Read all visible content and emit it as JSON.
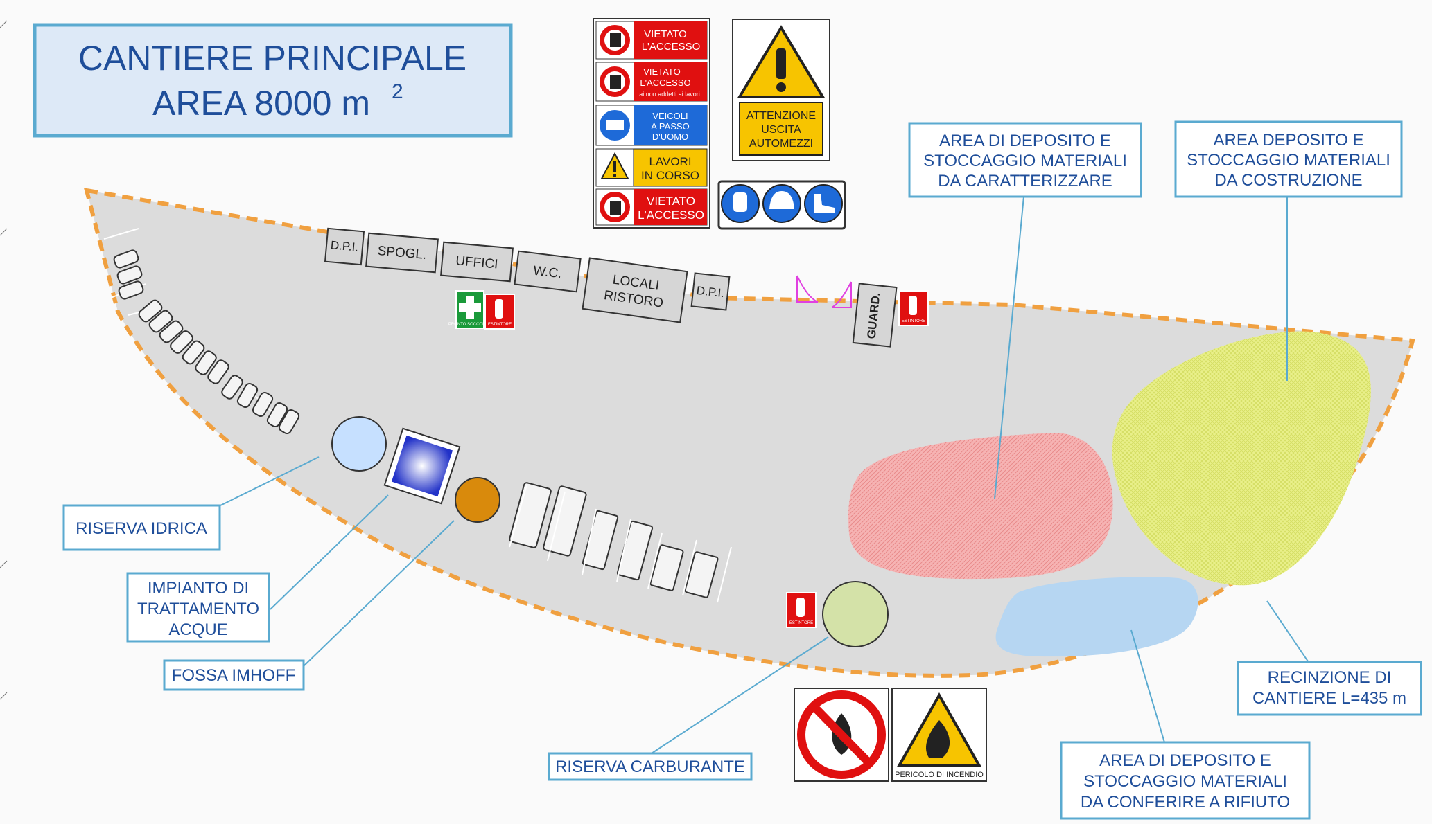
{
  "title": {
    "line1": "CANTIERE PRINCIPALE",
    "line2": "AREA 8000 m",
    "sup": "2"
  },
  "buildings": {
    "dpi_1": "D.P.I.",
    "spogl": "SPOGL.",
    "uffici": "UFFICI",
    "wc": "W.C.",
    "ristoro_1": "LOCALI",
    "ristoro_2": "RISTORO",
    "dpi_2": "D.P.I.",
    "guard": "GUARD."
  },
  "signs": {
    "s1": [
      "VIETATO",
      "L'ACCESSO"
    ],
    "s2": [
      "VIETATO",
      "L'ACCESSO",
      "ai non addetti ai lavori"
    ],
    "s3": [
      "VEICOLI",
      "A PASSO",
      "D'UOMO"
    ],
    "s4": [
      "LAVORI",
      "IN CORSO"
    ],
    "s5": [
      "VIETATO",
      "L'ACCESSO"
    ],
    "attenzione": [
      "ATTENZIONE",
      "USCITA",
      "AUTOMEZZI"
    ],
    "primo_soccorso": "PRONTO SOCCORSO",
    "estintore": "ESTINTORE",
    "pericolo": "PERICOLO DI INCENDIO"
  },
  "labels": {
    "caratterizzare": [
      "AREA DI DEPOSITO E",
      "STOCCAGGIO MATERIALI",
      "DA CARATTERIZZARE"
    ],
    "costruzione": [
      "AREA DEPOSITO E",
      "STOCCAGGIO MATERIALI",
      "DA COSTRUZIONE"
    ],
    "riserva_idrica": "RISERVA IDRICA",
    "impianto": [
      "IMPIANTO DI",
      "TRATTAMENTO",
      "ACQUE"
    ],
    "fossa": "FOSSA IMHOFF",
    "carburante": "RISERVA CARBURANTE",
    "recinzione": [
      "RECINZIONE DI",
      "CANTIERE L=435 m"
    ],
    "rifiuto": [
      "AREA DI DEPOSITO E",
      "STOCCAGGIO MATERIALI",
      "DA CONFERIRE A RIFIUTO"
    ]
  },
  "colors": {
    "site": "#dcdcdc",
    "fence": "#f0a040",
    "label_border": "#5aaad0",
    "label_text": "#1f4e9a",
    "title_bg": "#dde9f7",
    "red_zone": "#f4a0a0",
    "yellow_zone": "#e6ef7a",
    "blue_zone": "#b6d6f2",
    "water": "#c6e0ff",
    "imhoff": "#d98a0c",
    "fuel": "#d4e2a8"
  }
}
